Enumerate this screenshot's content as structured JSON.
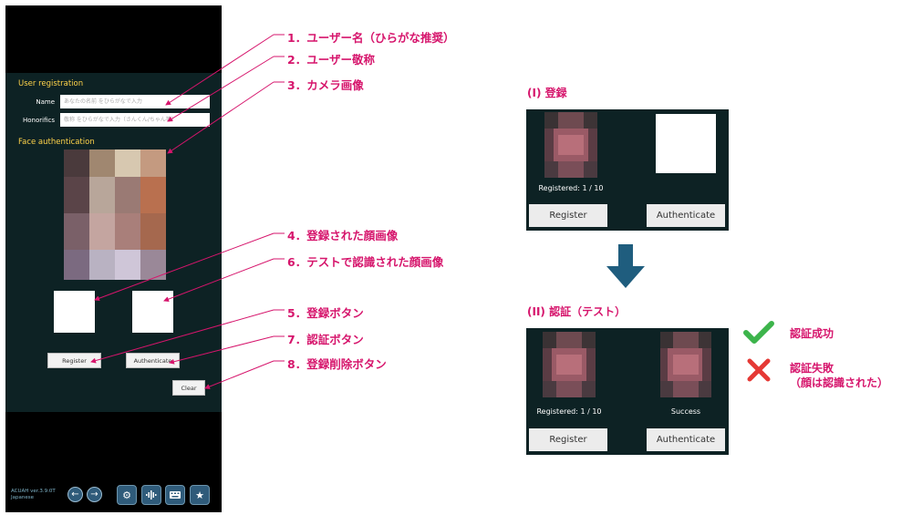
{
  "app": {
    "section_registration": "User registration",
    "name_label": "Name",
    "name_placeholder": "あなたの名前 をひらがなで入力",
    "honorifics_label": "Honorifics",
    "honorifics_placeholder": "敬称 をひらがなで入力（さんくん/ちゃん等）",
    "section_face": "Face authentication",
    "register_label": "Register",
    "authenticate_label": "Authenticate",
    "clear_label": "Clear",
    "version_line1": "ACUAH ver.3.9.0T",
    "version_line2": "Japanese"
  },
  "annotations": [
    "1．ユーザー名（ひらがな推奨）",
    "2．ユーザー敬称",
    "3．カメラ画像",
    "4．登録された顔画像",
    "6．テストで認識された顔画像",
    "5．登録ボタン",
    "7．認証ボタン",
    "8．登録削除ボタン"
  ],
  "demo1": {
    "title": "(I) 登録",
    "caption": "Registered: 1 / 10",
    "register_label": "Register",
    "authenticate_label": "Authenticate"
  },
  "demo2": {
    "title": "(II) 認証（テスト）",
    "caption_left": "Registered: 1 / 10",
    "caption_right": "Success",
    "register_label": "Register",
    "authenticate_label": "Authenticate"
  },
  "legend": {
    "success": "認証成功",
    "fail_line1": "認証失敗",
    "fail_line2": "（顔は認識された）"
  },
  "colors": {
    "annotation": "#d6156c",
    "panel_bg": "#0d2224",
    "heading_yellow": "#ffd34a",
    "arrow_blue": "#1f5d7e",
    "check_green": "#3cb44b",
    "cross_red": "#e53935"
  },
  "icons": [
    "arrow-left-icon",
    "arrow-right-icon",
    "gear-icon",
    "microphone-icon",
    "keyboard-icon",
    "star-icon",
    "check-icon",
    "cross-icon",
    "down-arrow-icon"
  ]
}
